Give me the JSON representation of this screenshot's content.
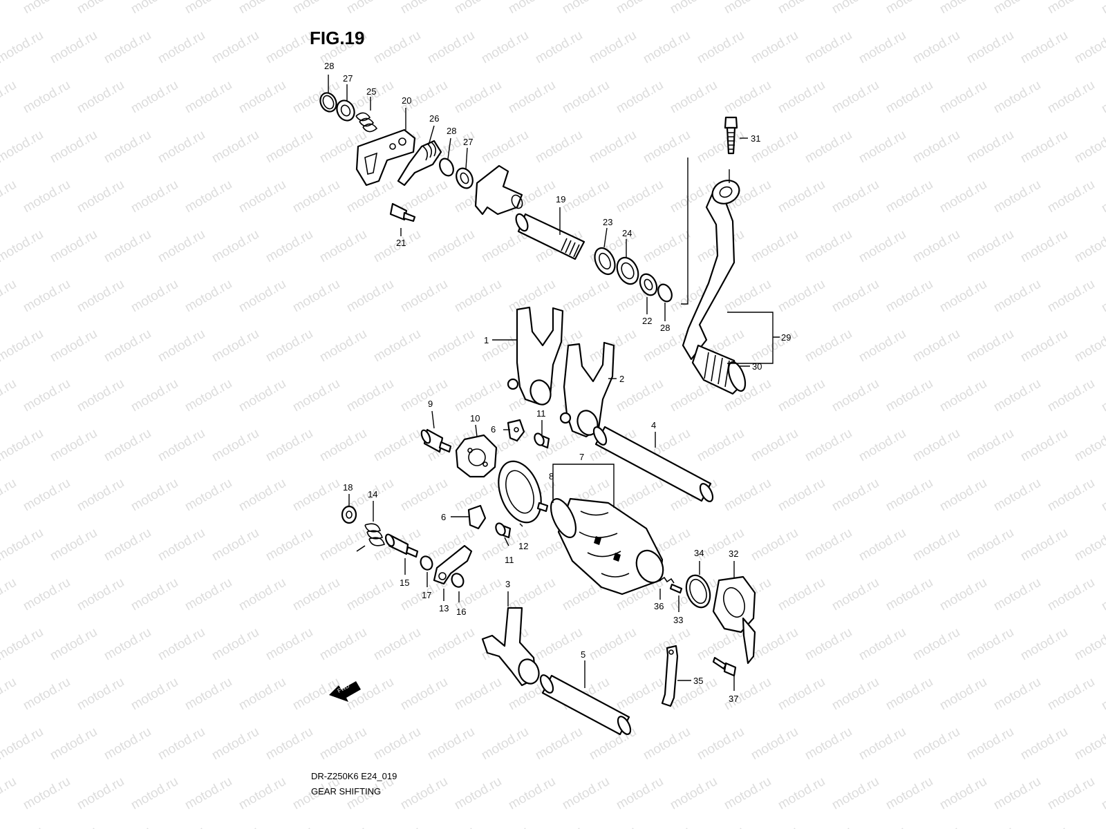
{
  "figure_label": "FIG.19",
  "model_code": "DR-Z250K6 E24_019",
  "diagram_name": "GEAR SHIFTING",
  "watermark_text": "motod.ru",
  "fwd_label": "FWD",
  "callouts": [
    "28",
    "27",
    "25",
    "20",
    "26",
    "28",
    "27",
    "21",
    "19",
    "23",
    "24",
    "22",
    "28",
    "31",
    "29",
    "30",
    "1",
    "2",
    "9",
    "10",
    "6",
    "11",
    "4",
    "7",
    "8",
    "18",
    "14",
    "6",
    "12",
    "11",
    "15",
    "17",
    "13",
    "16",
    "3",
    "5",
    "34",
    "32",
    "36",
    "33",
    "35",
    "37"
  ],
  "colors": {
    "line": "#000000",
    "watermark": "#dcdcdc",
    "background": "#ffffff"
  }
}
